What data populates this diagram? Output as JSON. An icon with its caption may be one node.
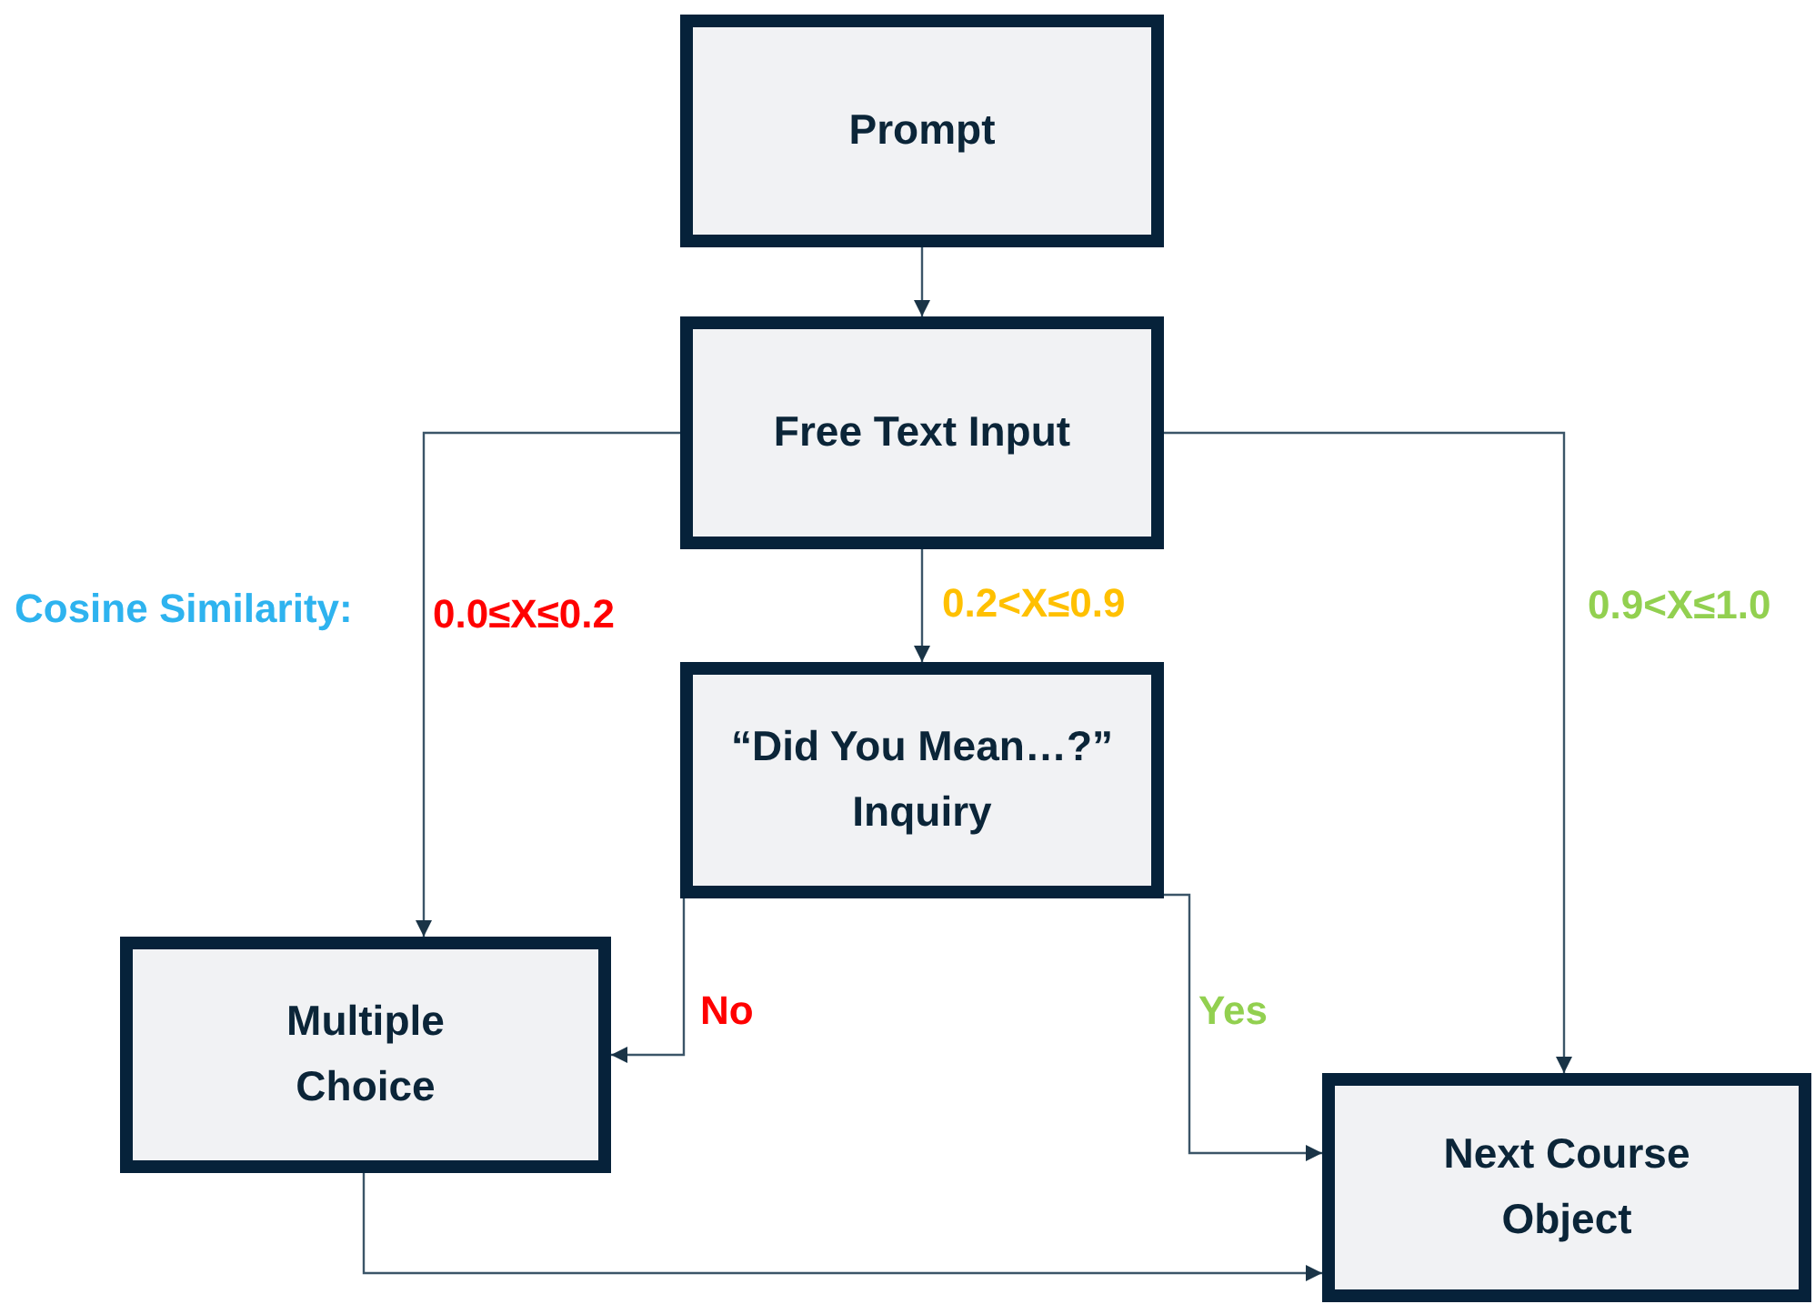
{
  "diagram": {
    "nodes": [
      {
        "text": [
          "Prompt"
        ]
      },
      {
        "text": [
          "Free Text Input"
        ]
      },
      {
        "text": [
          "“Did You Mean…?” Inquiry"
        ]
      },
      {
        "text": [
          "Multiple Choice"
        ]
      },
      {
        "text": [
          "Next Course Object"
        ]
      }
    ],
    "edges": [
      {
        "from": 0,
        "to": 1,
        "arrow": "to"
      },
      {
        "from": 1,
        "to": 3,
        "arrow": "to",
        "label": "0.0≤X≤0.2"
      },
      {
        "from": 1,
        "to": 2,
        "arrow": "to",
        "label": "0.2<X≤0.9"
      },
      {
        "from": 1,
        "to": 4,
        "arrow": "to",
        "label": "0.9<X≤1.0"
      },
      {
        "from": 2,
        "to": 3,
        "arrow": "to",
        "label": "No"
      },
      {
        "from": 2,
        "to": 4,
        "arrow": "to",
        "label": "Yes"
      },
      {
        "from": 3,
        "to": 4,
        "arrow": "to"
      }
    ],
    "labels": [
      "Cosine Similarity:"
    ]
  }
}
